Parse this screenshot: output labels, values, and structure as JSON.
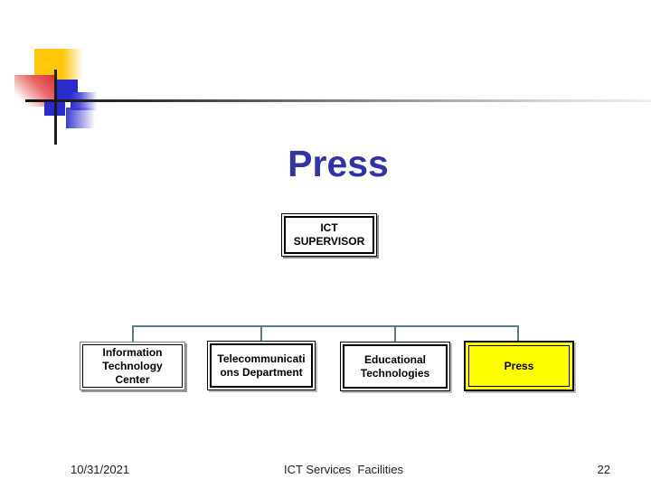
{
  "slide": {
    "title": "Press",
    "title_color": "#3333A3",
    "org_chart": {
      "connector_color": "#5B7B8C",
      "root": {
        "id": "ict-supervisor",
        "lines": [
          "ICT",
          "SUPERVISOR"
        ],
        "fill": "#FFFFFF"
      },
      "children": [
        {
          "id": "information-technology-center",
          "lines": [
            "Information",
            "Technology",
            "Center"
          ],
          "fill": "#FFFFFF",
          "highlighted": false
        },
        {
          "id": "telecommunications-department",
          "lines": [
            "Telecommunicati",
            "ons Department"
          ],
          "fill": "#FFFFFF",
          "highlighted": false
        },
        {
          "id": "educational-technologies",
          "lines": [
            "Educational",
            "Technologies"
          ],
          "fill": "#FFFFFF",
          "highlighted": false
        },
        {
          "id": "press",
          "lines": [
            "Press"
          ],
          "fill": "#FFFF00",
          "highlighted": true
        }
      ]
    },
    "footer": {
      "date": "10/31/2021",
      "center": "ICT Services  Facilities",
      "page_number": "22"
    },
    "ornament_colors": {
      "yellow": "#FFC60A",
      "red": "#D93030",
      "blue": "#2B2BCD",
      "line": "#1C1C1C"
    }
  }
}
